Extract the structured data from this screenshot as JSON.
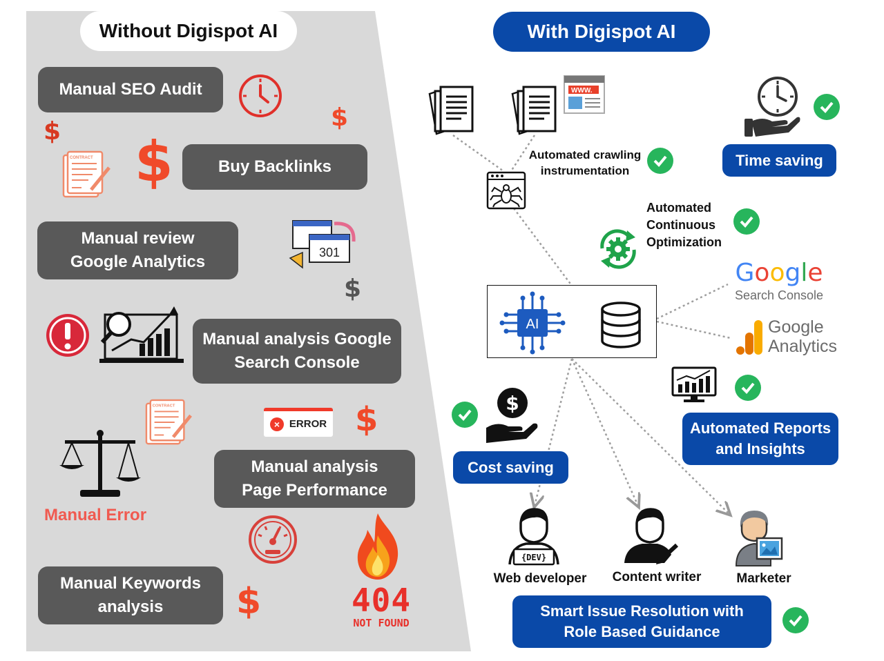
{
  "without": {
    "title": "Without Digispot AI",
    "items": [
      "Manual SEO Audit",
      "Buy Backlinks",
      "Manual review Google Analytics",
      "Manual analysis Google Search Console",
      "Manual analysis Page Performance",
      "Manual Keywords analysis"
    ],
    "manual_error": "Manual Error",
    "dollar": "$",
    "contract_label": "CONTRACT",
    "redirect_code": "301",
    "error_badge": "ERROR",
    "not_found_code": "404",
    "not_found_text": "NOT FOUND"
  },
  "with": {
    "title": "With Digispot AI",
    "crawling": "Automated crawling instrumentation",
    "optimization": "Automated Continuous Optimization",
    "time_saving": "Time saving",
    "cost_saving": "Cost saving",
    "reports": "Automated Reports and Insights",
    "resolution": "Smart Issue Resolution with Role Based Guidance",
    "ai_chip": "AI",
    "www": "WWW.",
    "dev_tag": "{DEV}",
    "google_sc_brand": "Google",
    "google_sc_product": "Search Console",
    "google_an_brand": "Google",
    "google_an_product": "Analytics",
    "roles": [
      "Web developer",
      "Content writer",
      "Marketer"
    ]
  },
  "colors": {
    "left_panel": "#d9d9d9",
    "dark_pill": "#595959",
    "blue_pill": "#0a49a8",
    "accent_red": "#f04a2a",
    "check_green": "#27b55c"
  },
  "icons": [
    "clock-icon",
    "contract-icon",
    "redirect-301-icon",
    "alert-icon",
    "growth-chart-icon",
    "scale-icon",
    "error-badge-icon",
    "speedometer-icon",
    "fire-icon",
    "404-icon",
    "document-icon",
    "browser-www-icon",
    "spider-crawler-icon",
    "time-saving-clock-icon",
    "gear-cycle-icon",
    "ai-chip-icon",
    "database-icon",
    "google-search-console-logo",
    "google-analytics-logo",
    "analytics-monitor-icon",
    "cost-saving-hand-icon",
    "developer-icon",
    "content-writer-icon",
    "marketer-icon",
    "check-icon"
  ]
}
